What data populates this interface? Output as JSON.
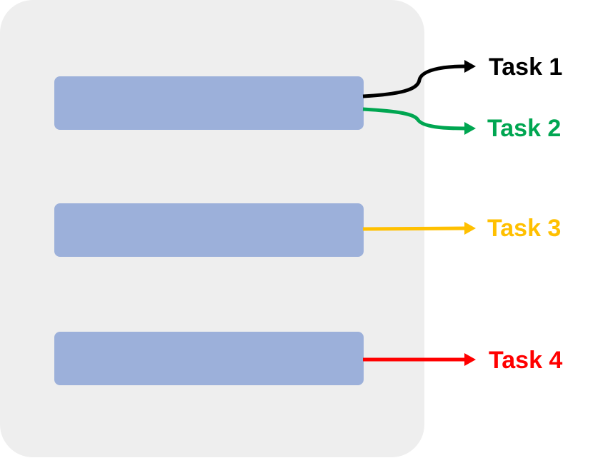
{
  "tasks": [
    {
      "label": "Task 1",
      "color": "#000000"
    },
    {
      "label": "Task 2",
      "color": "#00a651"
    },
    {
      "label": "Task 3",
      "color": "#ffc000"
    },
    {
      "label": "Task 4",
      "color": "#ff0000"
    }
  ],
  "colors": {
    "panel": "#eeeeee",
    "block": "#9cb0da"
  }
}
